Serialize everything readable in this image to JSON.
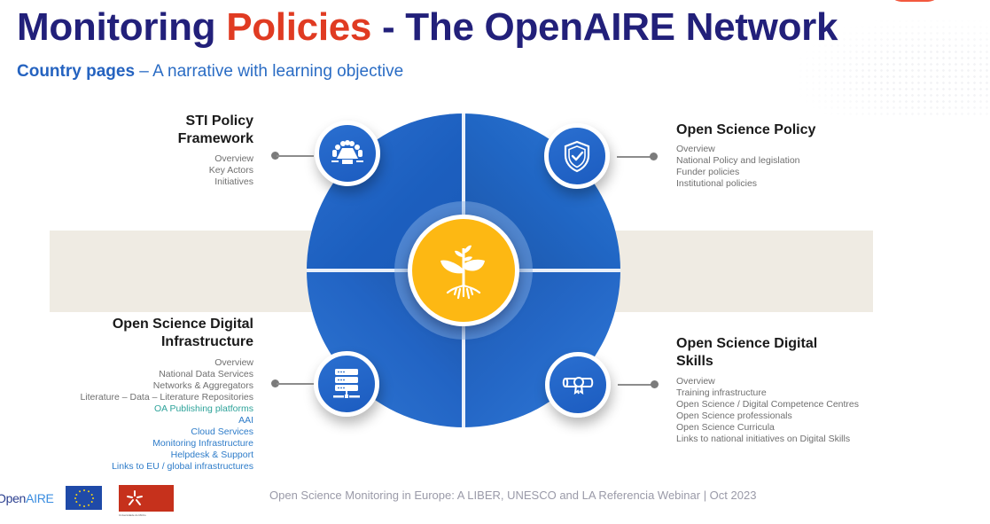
{
  "slide": {
    "title_part1": "Monitoring ",
    "title_accent": "Policies",
    "title_part2": " - The OpenAIRE Network",
    "subtitle_bold": "Country pages",
    "subtitle_rest": " – A narrative with learning objective",
    "colors": {
      "title": "#22207a",
      "title_accent": "#e03b22",
      "subtitle": "#2563c0",
      "wheel_blue": "#1f60c2",
      "hub_yellow": "#fdb813",
      "band_beige": "#efebe3"
    }
  },
  "diagram": {
    "center": {
      "icon": "plant-sprout-icon"
    },
    "quadrants": [
      {
        "id": "sti-policy-framework",
        "position": "top-left",
        "icon": "conference-table-icon",
        "heading_line1": "STI Policy",
        "heading_line2": "Framework",
        "items": [
          "Overview",
          "Key Actors",
          "Initiatives"
        ]
      },
      {
        "id": "open-science-policy",
        "position": "top-right",
        "icon": "shield-check-icon",
        "heading_line1": "Open Science Policy",
        "items": [
          "Overview",
          "National Policy and legislation",
          "Funder policies",
          "Institutional policies"
        ]
      },
      {
        "id": "open-science-digital-infrastructure",
        "position": "bottom-left",
        "icon": "server-network-icon",
        "heading_line1": "Open Science Digital",
        "heading_line2": "Infrastructure",
        "items": [
          "Overview",
          "National Data Services",
          "Networks & Aggregators",
          "Literature – Data – Literature Repositories",
          "OA Publishing platforms",
          "AAI",
          "Cloud Services",
          "Monitoring Infrastructure",
          "Helpdesk & Support",
          "Links to EU / global infrastructures"
        ]
      },
      {
        "id": "open-science-digital-skills",
        "position": "bottom-right",
        "icon": "diploma-certificate-icon",
        "heading_line1": "Open Science Digital",
        "heading_line2": "Skills",
        "items": [
          "Overview",
          "Training infrastructure",
          "Open Science / Digital Competence Centres",
          "Open Science professionals",
          "Open Science Curricula",
          "Links to national initiatives on Digital Skills"
        ]
      }
    ]
  },
  "footer": {
    "text": "Open Science Monitoring in Europe: A LIBER, UNESCO and LA Referencia Webinar | Oct 2023",
    "logos": {
      "openaire_open": "Open",
      "openaire_aire": "AIRE",
      "eu": "eu-flag-logo",
      "uminho": "universidade-do-minho-logo",
      "uminho_caption": "Universidade do Minho"
    }
  }
}
